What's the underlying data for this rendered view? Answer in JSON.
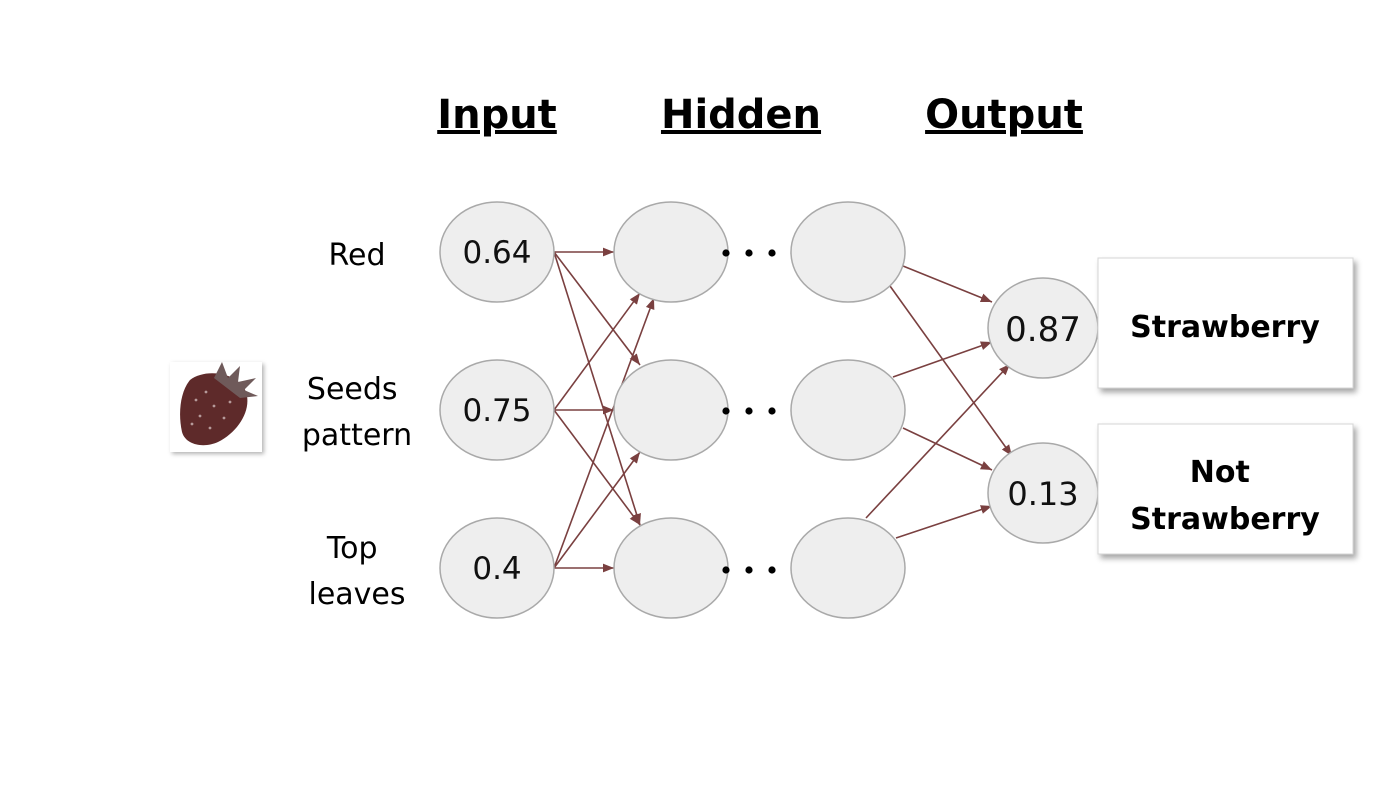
{
  "headers": {
    "input": "Input",
    "hidden": "Hidden",
    "output": "Output"
  },
  "features": [
    {
      "lines": [
        "Red"
      ]
    },
    {
      "lines": [
        "Seeds",
        "pattern"
      ]
    },
    {
      "lines": [
        "Top",
        "leaves"
      ]
    }
  ],
  "input_values": [
    "0.64",
    "0.75",
    "0.4"
  ],
  "output_values": [
    "0.87",
    "0.13"
  ],
  "output_labels": [
    {
      "lines": [
        "Strawberry"
      ]
    },
    {
      "lines": [
        "Not",
        "Strawberry"
      ]
    }
  ],
  "colors": {
    "node_fill": "#eeeeee",
    "node_stroke": "#a9a9a9",
    "edge": "#7a4040",
    "strawberry": "#5e2a2a"
  },
  "image": {
    "icon": "strawberry-icon"
  }
}
